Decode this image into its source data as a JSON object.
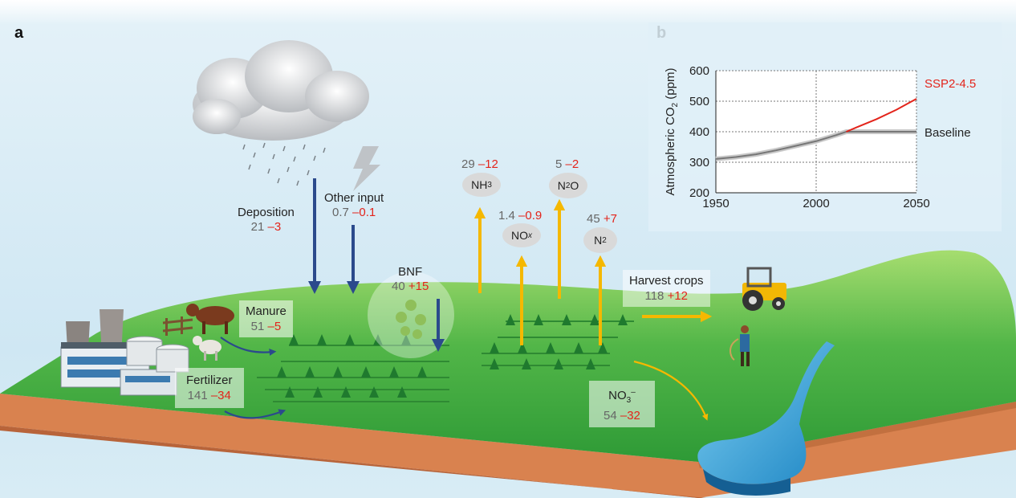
{
  "panel_a_letter": "a",
  "panel_b_letter": "b",
  "flows": {
    "deposition": {
      "label": "Deposition",
      "value": "21",
      "change": "–3"
    },
    "other_input": {
      "label": "Other input",
      "value": "0.7",
      "change": "–0.1"
    },
    "bnf": {
      "label": "BNF",
      "value": "40",
      "change": "+15"
    },
    "manure": {
      "label": "Manure",
      "value": "51",
      "change": "–5"
    },
    "fertilizer": {
      "label": "Fertilizer",
      "value": "141",
      "change": "–34"
    },
    "nh3": {
      "label": "NH3",
      "label_main": "NH",
      "label_sub": "3",
      "value": "29",
      "change": "–12"
    },
    "n2o": {
      "label": "N2O",
      "label_main": "N",
      "label_sub": "2",
      "label_tail": "O",
      "value": "5",
      "change": "–2"
    },
    "nox": {
      "label": "NOx",
      "label_main": "NO",
      "label_sub": "x",
      "value": "1.4",
      "change": "–0.9"
    },
    "n2": {
      "label": "N2",
      "label_main": "N",
      "label_sub": "2",
      "value": "45",
      "change": "+7"
    },
    "harvest": {
      "label": "Harvest crops",
      "value": "118",
      "change": "+12"
    },
    "no3": {
      "label": "NO3–",
      "label_main": "NO",
      "label_sub": "3",
      "label_sup": "–",
      "value": "54",
      "change": "–32"
    }
  },
  "colors": {
    "input_arrow": "#2b4a8c",
    "output_arrow": "#f5b800",
    "change_red": "#e3241b",
    "value_gray": "#666666",
    "ground_green": "#3fae3a",
    "soil": "#d9824f",
    "water": "#3aa6d8"
  },
  "chart_data": {
    "type": "line",
    "ylabel": "Atmospheric CO2 (ppm)",
    "ylabel_main": "Atmospheric CO",
    "ylabel_sub": "2",
    "ylabel_tail": " (ppm)",
    "xlim": [
      1950,
      2050
    ],
    "ylim": [
      200,
      600
    ],
    "xticks": [
      1950,
      2000,
      2050
    ],
    "yticks": [
      200,
      300,
      400,
      500,
      600
    ],
    "grid": "dashed",
    "series": [
      {
        "name": "Baseline",
        "color": "#777777",
        "x": [
          1950,
          1960,
          1970,
          1980,
          1990,
          2000,
          2010,
          2015,
          2020,
          2030,
          2040,
          2050
        ],
        "y": [
          311,
          317,
          326,
          339,
          354,
          369,
          389,
          400,
          400,
          400,
          400,
          400
        ]
      },
      {
        "name": "SSP2-4.5",
        "color": "#e3241b",
        "x": [
          2015,
          2020,
          2030,
          2040,
          2050
        ],
        "y": [
          400,
          414,
          441,
          472,
          508
        ]
      }
    ]
  }
}
